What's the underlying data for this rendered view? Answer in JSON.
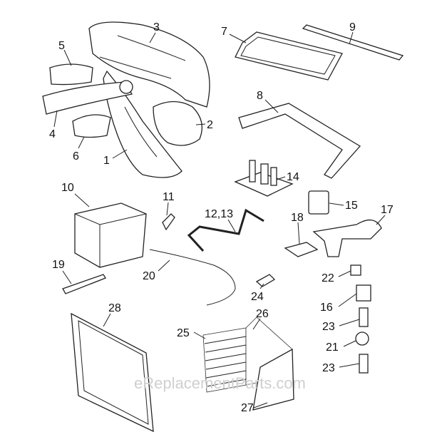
{
  "diagram": {
    "labels": {
      "p1": "1",
      "p2": "2",
      "p3": "3",
      "p4": "4",
      "p5": "5",
      "p6": "6",
      "p7": "7",
      "p8": "8",
      "p9": "9",
      "p10": "10",
      "p11": "11",
      "p12_13": "12,13",
      "p14": "14",
      "p15": "15",
      "p16": "16",
      "p17": "17",
      "p18": "18",
      "p19": "19",
      "p20": "20",
      "p21": "21",
      "p22": "22",
      "p23a": "23",
      "p23b": "23",
      "p24": "24",
      "p25": "25",
      "p26": "26",
      "p27": "27",
      "p28": "28"
    },
    "watermark": "eReplacementParts.com"
  }
}
